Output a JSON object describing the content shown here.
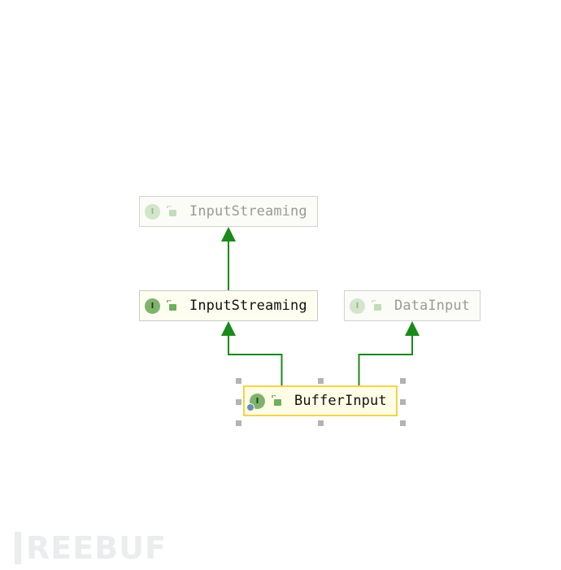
{
  "diagram": {
    "nodes": [
      {
        "id": "n1",
        "label": "InputStreaming",
        "kind": "interface",
        "badge_letter": "I",
        "style": "faded",
        "icon": "interface-icon",
        "access_icon": "lock-open-icon"
      },
      {
        "id": "n2",
        "label": "InputStreaming",
        "kind": "interface",
        "badge_letter": "I",
        "style": "normal",
        "icon": "interface-icon",
        "access_icon": "lock-open-icon"
      },
      {
        "id": "n3",
        "label": "DataInput",
        "kind": "interface",
        "badge_letter": "I",
        "style": "faded",
        "icon": "interface-icon",
        "access_icon": "lock-open-icon"
      },
      {
        "id": "n4",
        "label": "BufferInput",
        "kind": "interface",
        "badge_letter": "I",
        "style": "selected",
        "icon": "interface-icon",
        "access_icon": "lock-open-icon"
      }
    ],
    "edges": [
      {
        "from": "n2",
        "to": "n1",
        "relation": "extends"
      },
      {
        "from": "n4",
        "to": "n2",
        "relation": "extends"
      },
      {
        "from": "n4",
        "to": "n3",
        "relation": "extends"
      }
    ],
    "colors": {
      "edge": "#1a8a1a",
      "node_fill": "#fdfdf0",
      "selected_border": "#f3d34b",
      "badge": "#7fb36d"
    }
  },
  "watermark": {
    "text": "REEBUF"
  }
}
